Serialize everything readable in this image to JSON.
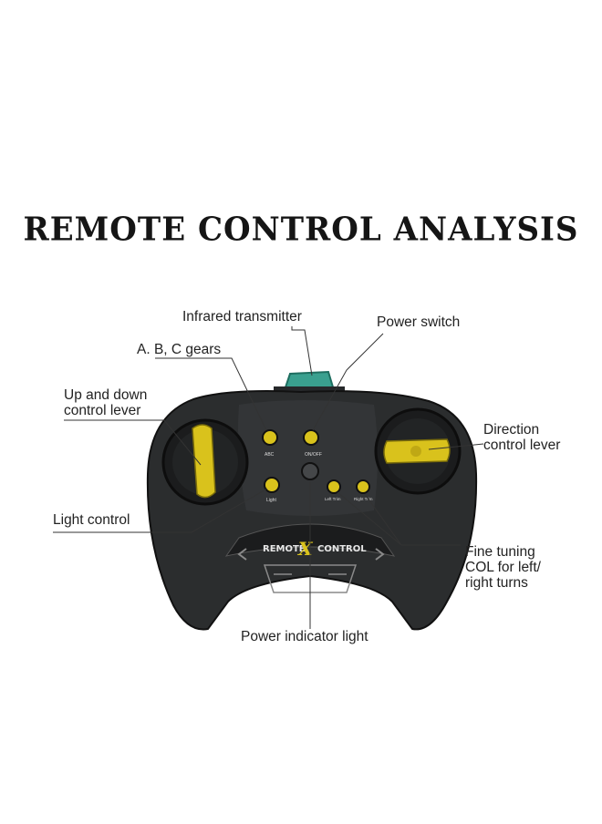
{
  "title": "REMOTE CONTROL ANALYSIS",
  "callouts": {
    "infrared": "Infrared transmitter",
    "power_switch": "Power switch",
    "gears": "A. B, C gears",
    "up_down": "Up and down control lever",
    "direction": "Direction control lever",
    "light": "Light control",
    "fine_tuning": "Fine tuning COL for left/ right turns",
    "indicator": "Power indicator light"
  },
  "device_labels": {
    "brand_left": "REMOTE",
    "brand_x": "X",
    "brand_right": "CONTROL",
    "gear_tiny": "ABC",
    "onoff_tiny": "ON/OFF",
    "light_tiny": "Light",
    "left_trim_tiny": "Left Trim",
    "right_trim_tiny": "Right Trim"
  },
  "colors": {
    "body": "#2b2d2e",
    "body_dark": "#1b1c1d",
    "accent_yellow": "#d9c21c",
    "transmitter_teal": "#3aa08f",
    "leader_line": "#333333"
  }
}
